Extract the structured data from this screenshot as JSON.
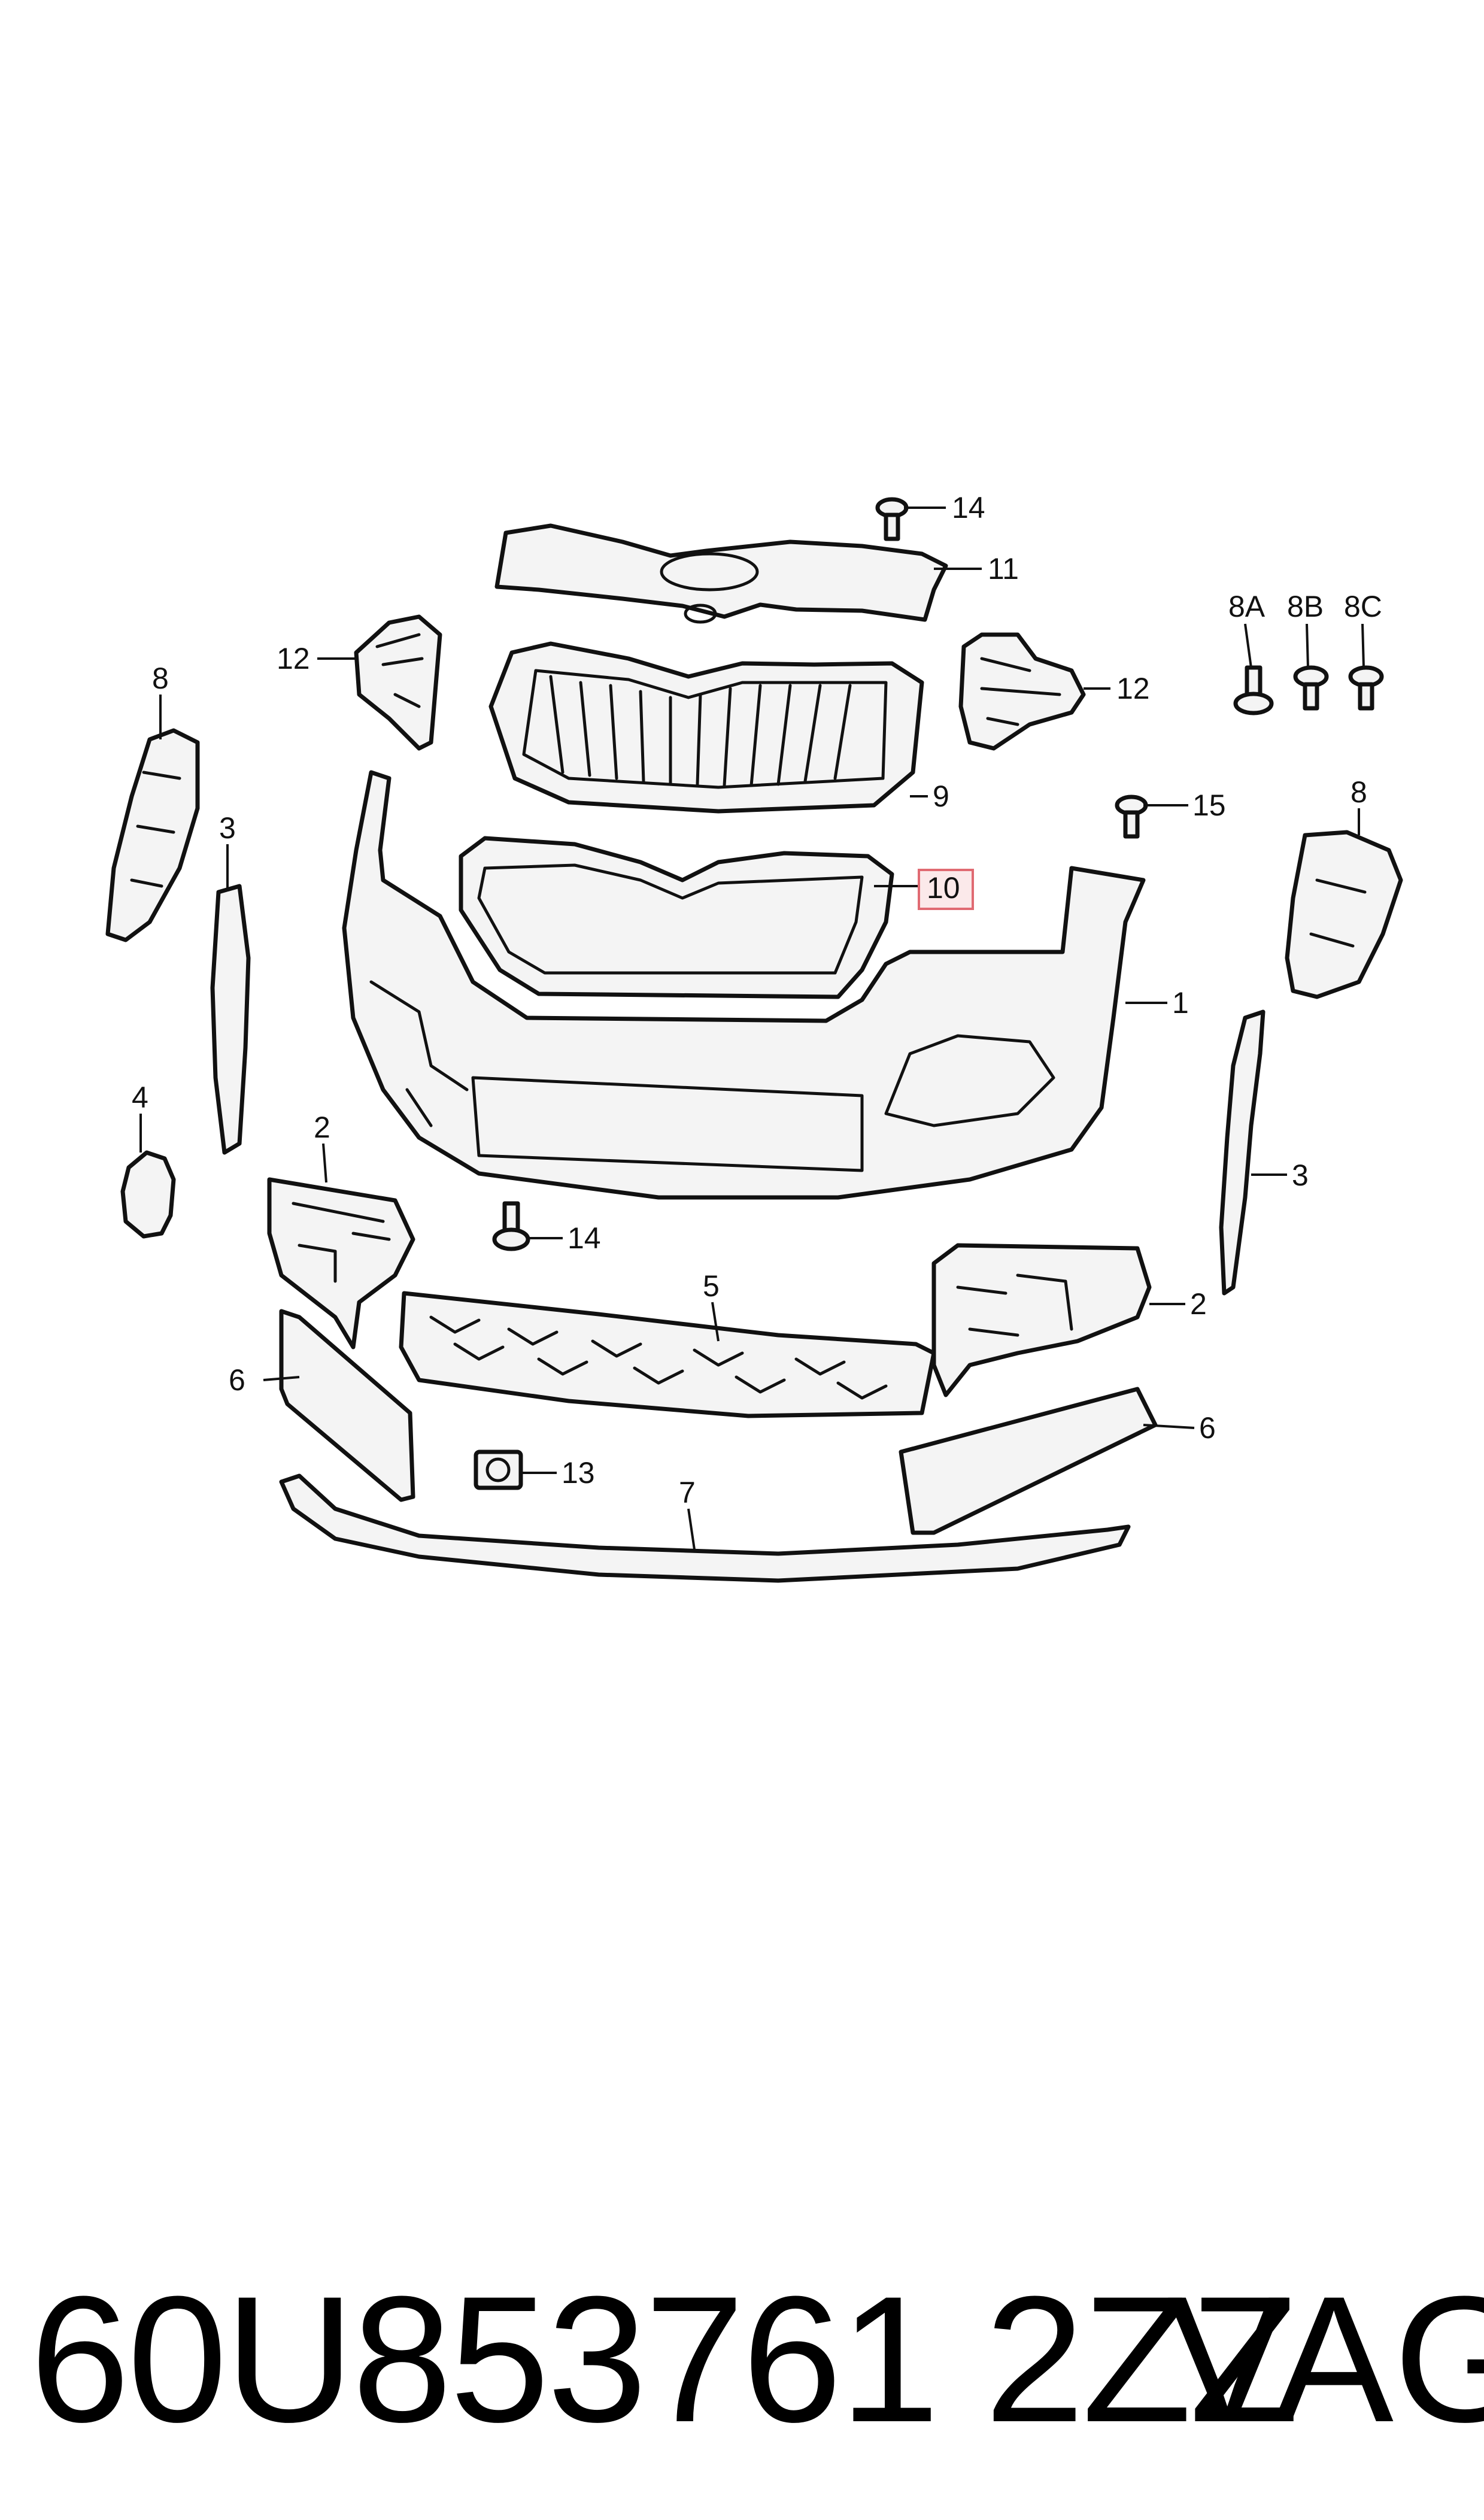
{
  "callouts": {
    "c1": "1",
    "c2a": "2",
    "c2b": "2",
    "c3a": "3",
    "c3b": "3",
    "c4": "4",
    "c5": "5",
    "c6a": "6",
    "c6b": "6",
    "c7": "7",
    "c8a": "8",
    "c8b": "8",
    "c8A": "8A",
    "c8B": "8B",
    "c8C": "8C",
    "c9": "9",
    "c10": "10",
    "c11": "11",
    "c12a": "12",
    "c12b": "12",
    "c13": "13",
    "c14a": "14",
    "c14b": "14",
    "c15": "15"
  },
  "highlighted_callout": "10",
  "colors": {
    "line": "#111111",
    "highlight_fill": "#fbe9ea",
    "highlight_border": "#e06a72"
  },
  "footer": {
    "part_number": "60U853761 2ZZ",
    "brand": "VAG"
  }
}
